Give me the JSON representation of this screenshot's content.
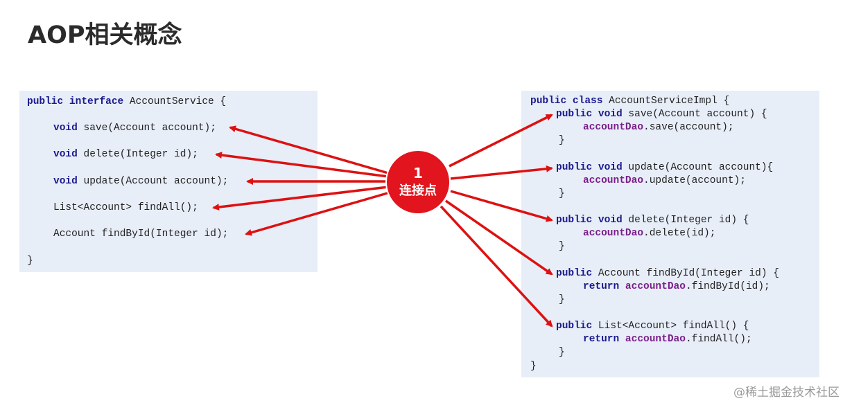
{
  "title": "AOP相关概念",
  "badge": {
    "number": "1",
    "label": "连接点",
    "color": "#e2141d"
  },
  "arrow_color": "#dd1111",
  "left_code": {
    "header": {
      "kw": "public interface",
      "rest": " AccountService {"
    },
    "methods": [
      {
        "kw": "void",
        "rest": " save(Account account);"
      },
      {
        "kw": "void",
        "rest": " delete(Integer id);"
      },
      {
        "kw": "void",
        "rest": " update(Account account);"
      },
      {
        "kw": "",
        "rest": "List<Account> findAll();"
      },
      {
        "kw": "",
        "rest": "Account findById(Integer id);"
      }
    ],
    "close": "}"
  },
  "right_code": {
    "header": {
      "kw": "public class",
      "rest": " AccountServiceImpl {"
    },
    "methods": [
      {
        "sig_kw": "public void",
        "sig_rest": " save(Account account) {",
        "body_kw": "",
        "body_field": "accountDao",
        "body_rest": ".save(account);",
        "close": "}"
      },
      {
        "sig_kw": "public void",
        "sig_rest": " update(Account account){",
        "body_kw": "",
        "body_field": "accountDao",
        "body_rest": ".update(account);",
        "close": "}"
      },
      {
        "sig_kw": "public void",
        "sig_rest": " delete(Integer id) {",
        "body_kw": "",
        "body_field": "accountDao",
        "body_rest": ".delete(id);",
        "close": "}"
      },
      {
        "sig_kw": "public",
        "sig_rest": " Account findById(Integer id) {",
        "body_kw": "return ",
        "body_field": "accountDao",
        "body_rest": ".findById(id);",
        "close": "}"
      },
      {
        "sig_kw": "public",
        "sig_rest": " List<Account> findAll() {",
        "body_kw": "return ",
        "body_field": "accountDao",
        "body_rest": ".findAll();",
        "close": "}"
      }
    ],
    "close": "}"
  },
  "watermark": "@稀土掘金技术社区"
}
